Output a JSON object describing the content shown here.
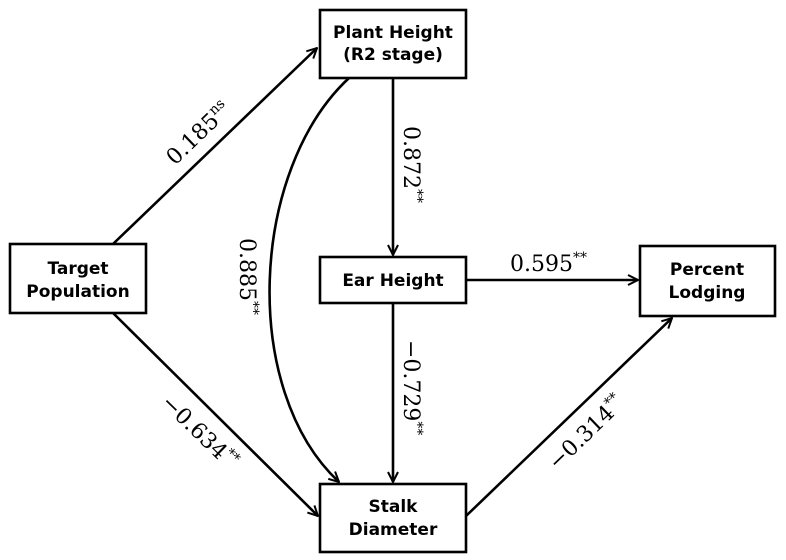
{
  "nodes": {
    "plant_height": {
      "lines": [
        "Plant Height",
        "(R2 stage)"
      ]
    },
    "target_population": {
      "lines": [
        "Target",
        "Population"
      ]
    },
    "ear_height": {
      "lines": [
        "Ear Height"
      ]
    },
    "percent_lodging": {
      "lines": [
        "Percent",
        "Lodging"
      ]
    },
    "stalk_diameter": {
      "lines": [
        "Stalk",
        "Diameter"
      ]
    }
  },
  "edges": {
    "tp_ph": {
      "value": "0.185",
      "sig": "ns"
    },
    "ph_eh": {
      "value": "0.872",
      "sig": "**"
    },
    "ph_sd": {
      "value": "0.885",
      "sig": "**"
    },
    "eh_pl": {
      "value": "0.595",
      "sig": "**"
    },
    "eh_sd": {
      "value": "−0.729",
      "sig": "**"
    },
    "tp_sd": {
      "value": "−0.634",
      "sig": "**"
    },
    "sd_pl": {
      "value": "−0.314",
      "sig": "**"
    }
  }
}
